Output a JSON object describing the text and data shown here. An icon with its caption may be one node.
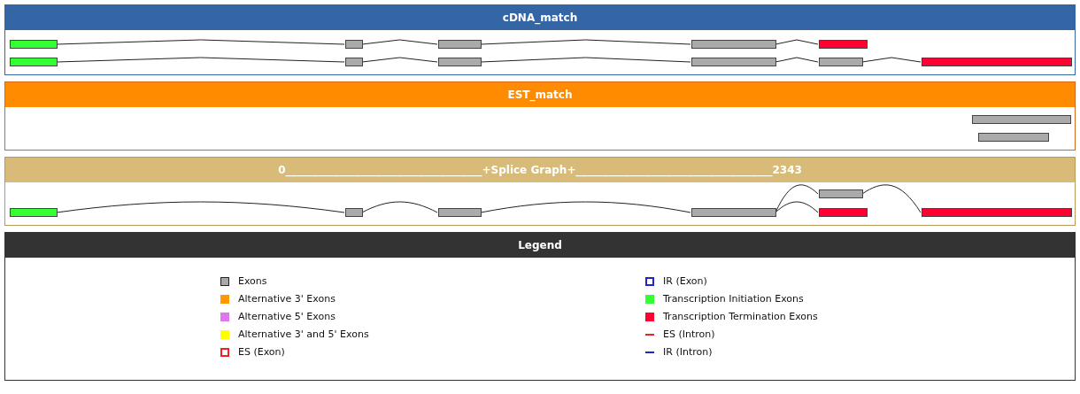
{
  "diagram": {
    "nodes": [
      {
        "text": [
          "cDNA_match"
        ]
      },
      {
        "text": [],
        "shape": "bar",
        "in": 0
      },
      {
        "text": [],
        "shape": "bar",
        "in": 0
      },
      {
        "text": [],
        "shape": "bar",
        "in": 0
      },
      {
        "text": [],
        "shape": "bar",
        "in": 0
      },
      {
        "text": [],
        "shape": "bar",
        "in": 0
      },
      {
        "text": [],
        "shape": "bar",
        "in": 0
      },
      {
        "text": [],
        "shape": "bar",
        "in": 0
      },
      {
        "text": [],
        "shape": "bar",
        "in": 0
      },
      {
        "text": [],
        "shape": "bar",
        "in": 0
      },
      {
        "text": [],
        "shape": "bar",
        "in": 0
      },
      {
        "text": [],
        "shape": "bar",
        "in": 0
      },
      {
        "text": [
          "EST_match"
        ]
      },
      {
        "text": [],
        "shape": "bar",
        "in": 12
      },
      {
        "text": [],
        "shape": "bar",
        "in": 12
      },
      {
        "text": [
          "0_____________________________________+Splice Graph+_____________________________________2343"
        ]
      },
      {
        "text": [],
        "shape": "bar",
        "in": 15
      },
      {
        "text": [],
        "shape": "bar",
        "in": 15
      },
      {
        "text": [],
        "shape": "bar",
        "in": 15
      },
      {
        "text": [],
        "shape": "bar",
        "in": 15
      },
      {
        "text": [],
        "shape": "bar",
        "in": 15
      },
      {
        "text": [],
        "shape": "bar",
        "in": 15
      },
      {
        "text": [],
        "shape": "bar",
        "in": 15
      }
    ],
    "edges": [
      {
        "from": 1,
        "to": 2,
        "arrow": "none"
      },
      {
        "from": 2,
        "to": 3,
        "arrow": "none"
      },
      {
        "from": 3,
        "to": 4,
        "arrow": "none"
      },
      {
        "from": 4,
        "to": 5,
        "arrow": "none"
      },
      {
        "from": 6,
        "to": 7,
        "arrow": "none"
      },
      {
        "from": 7,
        "to": 8,
        "arrow": "none"
      },
      {
        "from": 8,
        "to": 9,
        "arrow": "none"
      },
      {
        "from": 9,
        "to": 10,
        "arrow": "none"
      },
      {
        "from": 10,
        "to": 11,
        "arrow": "none"
      },
      {
        "from": 16,
        "to": 17,
        "arrow": "none"
      },
      {
        "from": 17,
        "to": 18,
        "arrow": "none"
      },
      {
        "from": 18,
        "to": 19,
        "arrow": "none"
      },
      {
        "from": 19,
        "to": 20,
        "arrow": "none"
      },
      {
        "from": 19,
        "to": 21,
        "arrow": "none"
      },
      {
        "from": 20,
        "to": 22,
        "arrow": "none"
      }
    ],
    "labels": [
      "Legend"
    ],
    "legend": [
      {
        "text": "Exons",
        "color": "#aaaaaa"
      },
      {
        "text": "Alternative 3' Exons",
        "color": "#ff9900"
      },
      {
        "text": "Alternative 5' Exons",
        "color": "#dd77ee"
      },
      {
        "text": "Alternative 3' and 5' Exons",
        "color": "#ffff00"
      },
      {
        "text": "ES (Exon)"
      },
      {
        "text": "IR (Exon)"
      },
      {
        "text": "Transcription Initiation Exons",
        "color": "#33ff33"
      },
      {
        "text": "Transcription Termination Exons",
        "color": "#ff0033"
      },
      {
        "text": "ES (Intron)"
      },
      {
        "text": "IR (Intron)"
      }
    ]
  }
}
